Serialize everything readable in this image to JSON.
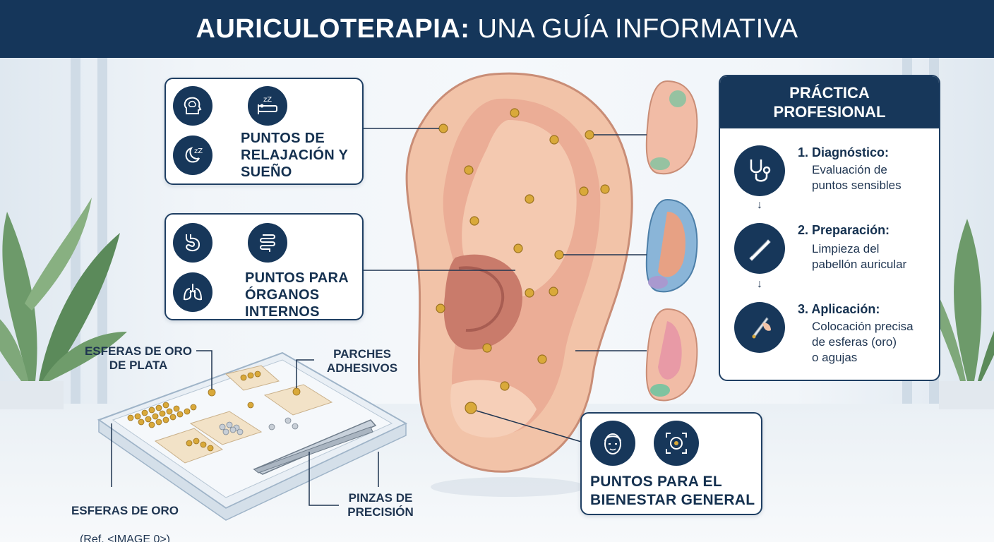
{
  "header": {
    "title_bold": "AURICULOTERAPIA:",
    "title_light": " UNA GUÍA INFORMATIVA"
  },
  "cards": {
    "relax": {
      "label": "PUNTOS DE\nRELAJACIÓN Y\nSUEÑO",
      "icons": [
        "head-mind-icon",
        "sleep-bed-icon",
        "moon-sleep-icon"
      ]
    },
    "organs": {
      "label": "PUNTOS PARA\nÓRGANOS\nINTERNOS",
      "icons": [
        "stomach-icon",
        "intestine-icon",
        "lungs-icon"
      ]
    },
    "wellbeing": {
      "label": "PUNTOS PARA EL\nBIENESTAR GENERAL",
      "icons": [
        "face-icon",
        "focus-target-icon"
      ]
    }
  },
  "practice": {
    "title_line1": "PRÁCTICA",
    "title_line2": "PROFESIONAL",
    "steps": [
      {
        "title": "1. Diagnóstico:",
        "desc": "Evaluación de\npuntos sensibles",
        "icon": "stethoscope-icon"
      },
      {
        "title": "2. Preparación:",
        "desc": "Limpieza del\npabellón auricular",
        "icon": "swab-icon"
      },
      {
        "title": "3. Aplicación:",
        "desc": "Colocación precisa\nde esferas (oro)\no agujas",
        "icon": "tweezers-hand-icon"
      }
    ]
  },
  "tray_labels": {
    "silver": "ESFERAS DE ORO\nDE PLATA",
    "patches": "PARCHES\nADHESIVOS",
    "gold": "ESFERAS DE ORO",
    "gold_ref": "(Ref. <IMAGE 0>)",
    "tweezers": "PINZAS DE\nPRECISIÓN"
  },
  "colors": {
    "navy": "#17375a",
    "gold": "#d9a93a",
    "skin": "#f2c2a8",
    "silver": "#b9c0c8"
  }
}
